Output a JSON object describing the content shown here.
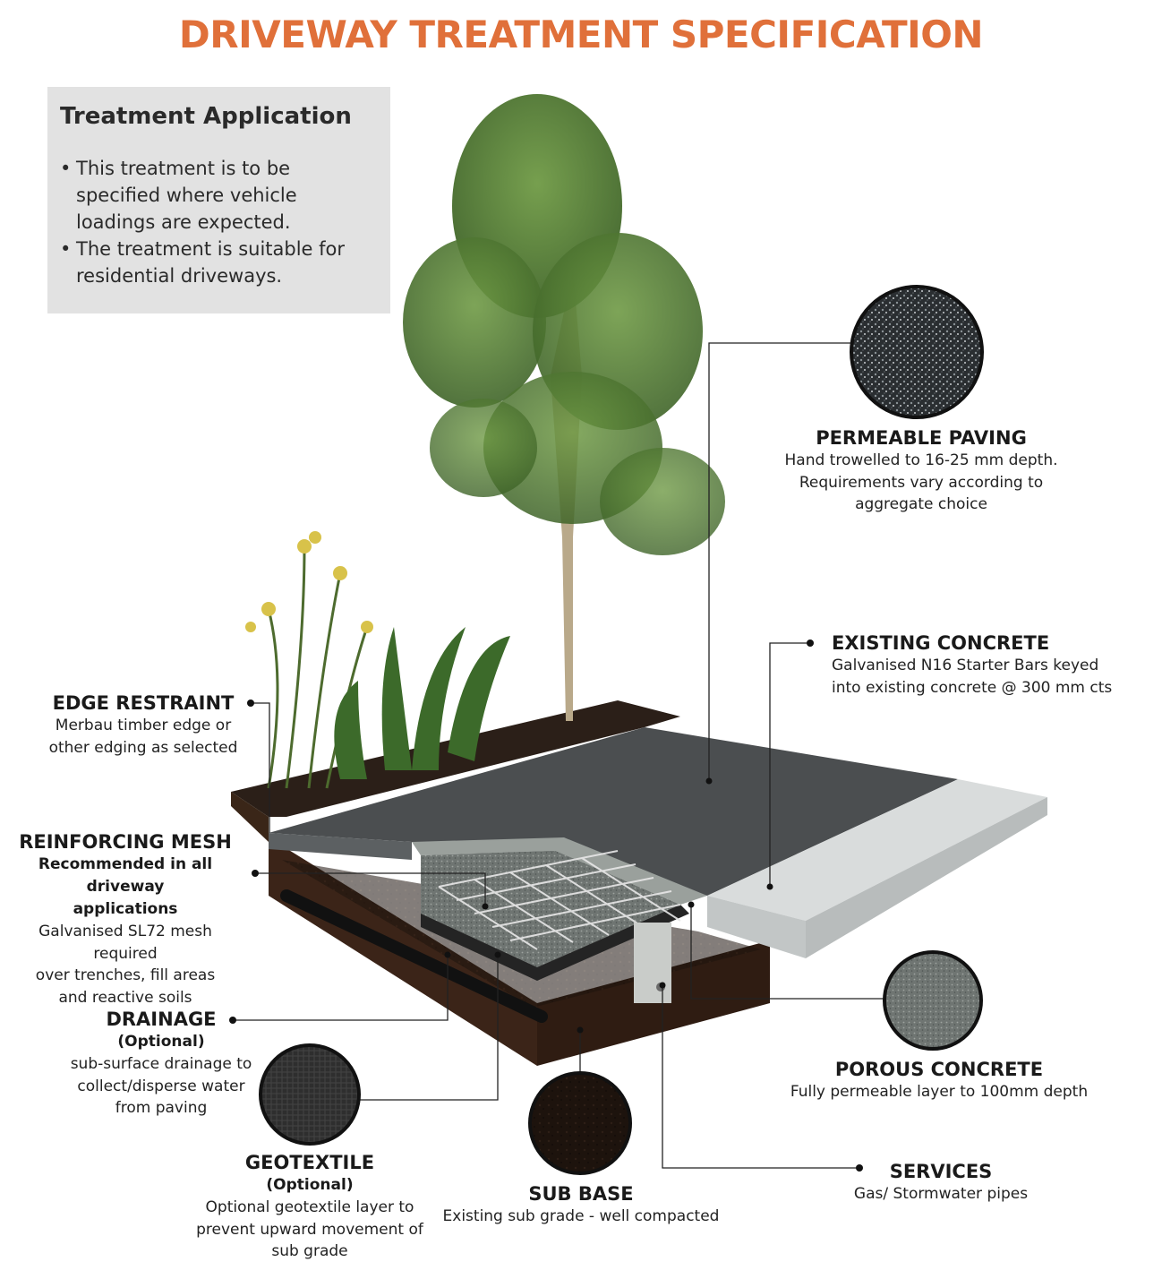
{
  "title": "DRIVEWAY TREATMENT SPECIFICATION",
  "info": {
    "heading": "Treatment Application",
    "bullets": [
      "This treatment is to be specified where vehicle loadings are expected.",
      "The treatment is suitable for residential driveways."
    ]
  },
  "callouts": {
    "permeable_paving": {
      "head": "PERMEABLE PAVING",
      "desc": [
        "Hand trowelled to 16-25 mm depth.",
        "Requirements vary according to",
        "aggregate choice"
      ]
    },
    "existing_concrete": {
      "head": "EXISTING CONCRETE",
      "desc": [
        "Galvanised N16 Starter Bars keyed",
        "into existing concrete @ 300 mm cts"
      ]
    },
    "edge_restraint": {
      "head": "EDGE RESTRAINT",
      "desc": [
        "Merbau timber edge or",
        "other edging as selected"
      ]
    },
    "reinforcing_mesh": {
      "head": "REINFORCING MESH",
      "sub": [
        "Recommended in all driveway",
        "applications"
      ],
      "desc": [
        "Galvanised SL72 mesh required",
        "over trenches, fill areas",
        "and reactive soils"
      ]
    },
    "drainage": {
      "head": "DRAINAGE",
      "sub": [
        "(Optional)"
      ],
      "desc": [
        "sub-surface drainage to",
        "collect/disperse water",
        "from paving"
      ]
    },
    "geotextile": {
      "head": "GEOTEXTILE",
      "sub": [
        "(Optional)"
      ],
      "desc": [
        "Optional geotextile layer to",
        "prevent upward movement of",
        "sub grade"
      ]
    },
    "sub_base": {
      "head": "SUB BASE",
      "desc": [
        "Existing sub grade - well compacted"
      ]
    },
    "porous_concrete": {
      "head": "POROUS CONCRETE",
      "desc": [
        "Fully permeable layer to 100mm depth"
      ]
    },
    "services": {
      "head": "SERVICES",
      "desc": [
        "Gas/ Stormwater pipes"
      ]
    }
  },
  "colors": {
    "title": "#e0703a",
    "info_box": "#e2e2e2",
    "paving": "#4a4d4e",
    "concrete": "#d9dcdc",
    "soil": "#3b2418",
    "mulch": "#2b1f18",
    "foliage": "#5f8a3a"
  },
  "icons": [
    "permeable-paving-swatch",
    "porous-concrete-swatch",
    "geotextile-swatch",
    "sub-base-swatch",
    "tree-illustration",
    "kangaroo-paw-plants",
    "pipe"
  ]
}
